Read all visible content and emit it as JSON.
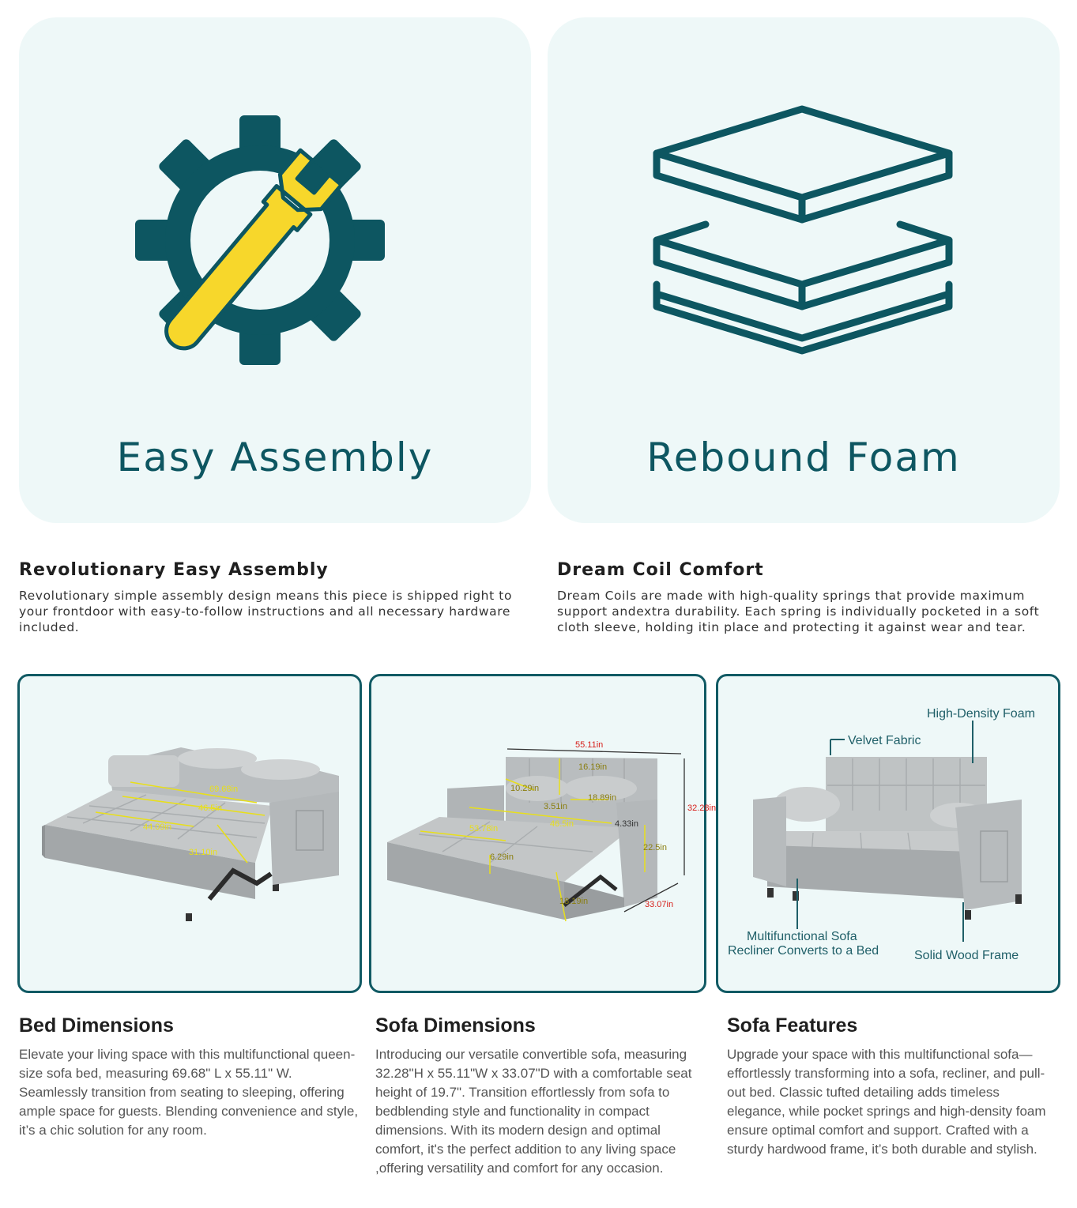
{
  "top_features": [
    {
      "title": "Easy Assembly",
      "icon": "gear-wrench-icon"
    },
    {
      "title": "Rebound Foam",
      "icon": "foam-layers-icon"
    }
  ],
  "text_sections": [
    {
      "heading": "Revolutionary Easy Assembly",
      "body": "Revolutionary simple assembly design means this piece is shipped right to your frontdoor with easy-to-follow instructions and all necessary hardware included."
    },
    {
      "heading": "Dream Coil Comfort",
      "body": "Dream Coils are made with high-quality springs that provide maximum support andextra durability. Each spring is individually pocketed in a soft cloth sleeve, holding itin place and protecting it against wear and tear."
    }
  ],
  "bed_dimensions": {
    "length": "69.68in",
    "width": "46.5in",
    "seat_width": "44.09in",
    "depth": "31.10in"
  },
  "sofa_dimensions": {
    "width": "55.11in",
    "height": "32.28in",
    "back_height": "16.19in",
    "pillow": "10.29in",
    "cushion": "18.89in",
    "seat": "46.5in",
    "small": "4.33in",
    "arm": "22.5in",
    "length": "53.78in",
    "mid": "3.51in",
    "leg": "6.29in",
    "seat_height": "18.19in",
    "depth": "33.07in"
  },
  "feature_callouts": {
    "foam": "High-Density Foam",
    "fabric": "Velvet Fabric",
    "sofa_line1": "Multifunctional Sofa",
    "sofa_line2": "Recliner Converts to a Bed",
    "frame": "Solid Wood Frame"
  },
  "captions": [
    {
      "title": "Bed Dimensions",
      "body": "Elevate your living space with this multifunctional queen-size sofa bed, measuring 69.68\" L x 55.11\" W. Seamlessly transition from seating to sleeping, offering ample space for guests. Blending convenience and style, it’s a chic solution for any room."
    },
    {
      "title": "Sofa Dimensions",
      "body": "Introducing our versatile convertible sofa, measuring 32.28\"H x 55.11\"W x 33.07\"D with a comfortable seat height of 19.7\". Transition effortlessly from sofa to bedblending style and functionality in compact dimensions. With its modern design and optimal comfort, it's the perfect addition to any living space ,offering versatility and comfort for any occasion."
    },
    {
      "title": "Sofa Features",
      "body": "Upgrade your space with this multifunctional sofa—effortlessly transforming into a sofa, recliner, and pull-out bed. Classic tufted detailing adds timeless elegance, while pocket springs and high-density foam ensure optimal comfort and support. Crafted with a sturdy hardwood frame, it’s both durable and stylish."
    }
  ],
  "colors": {
    "teal": "#0d5661",
    "yellow": "#f7d72b",
    "card_bg": "#eef8f8",
    "dim_yellow": "#e8df1a",
    "dim_red": "#d6201b"
  }
}
